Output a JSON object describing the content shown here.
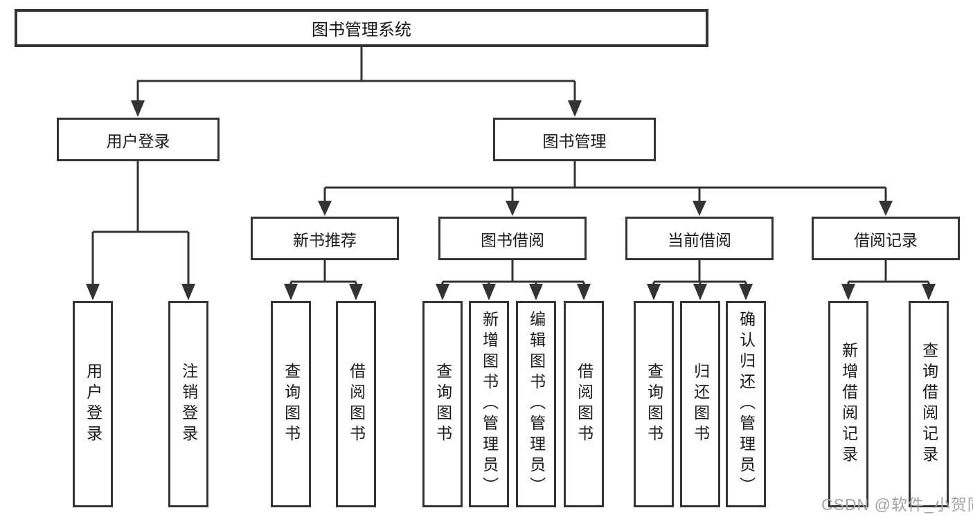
{
  "diagram": {
    "title": "图书管理系统",
    "level2": [
      "用户登录",
      "图书管理"
    ],
    "level3": [
      "新书推荐",
      "图书借阅",
      "当前借阅",
      "借阅记录"
    ],
    "leaves": {
      "login": [
        "用户登录",
        "注销登录"
      ],
      "recommend": [
        "查询图书",
        "借阅图书"
      ],
      "borrow": [
        "查询图书",
        "新增图书（管理员）",
        "编辑图书（管理员）",
        "借阅图书"
      ],
      "current": [
        "查询图书",
        "归还图书",
        "确认归还（管理员）"
      ],
      "records": [
        "新增借阅记录",
        "查询借阅记录"
      ]
    },
    "watermark": "CSDN @软件_小贺同学",
    "colors": {
      "line": "#333333",
      "text": "#1a1a1a",
      "watermark": "#a3a3a3",
      "background": "#ffffff"
    }
  }
}
